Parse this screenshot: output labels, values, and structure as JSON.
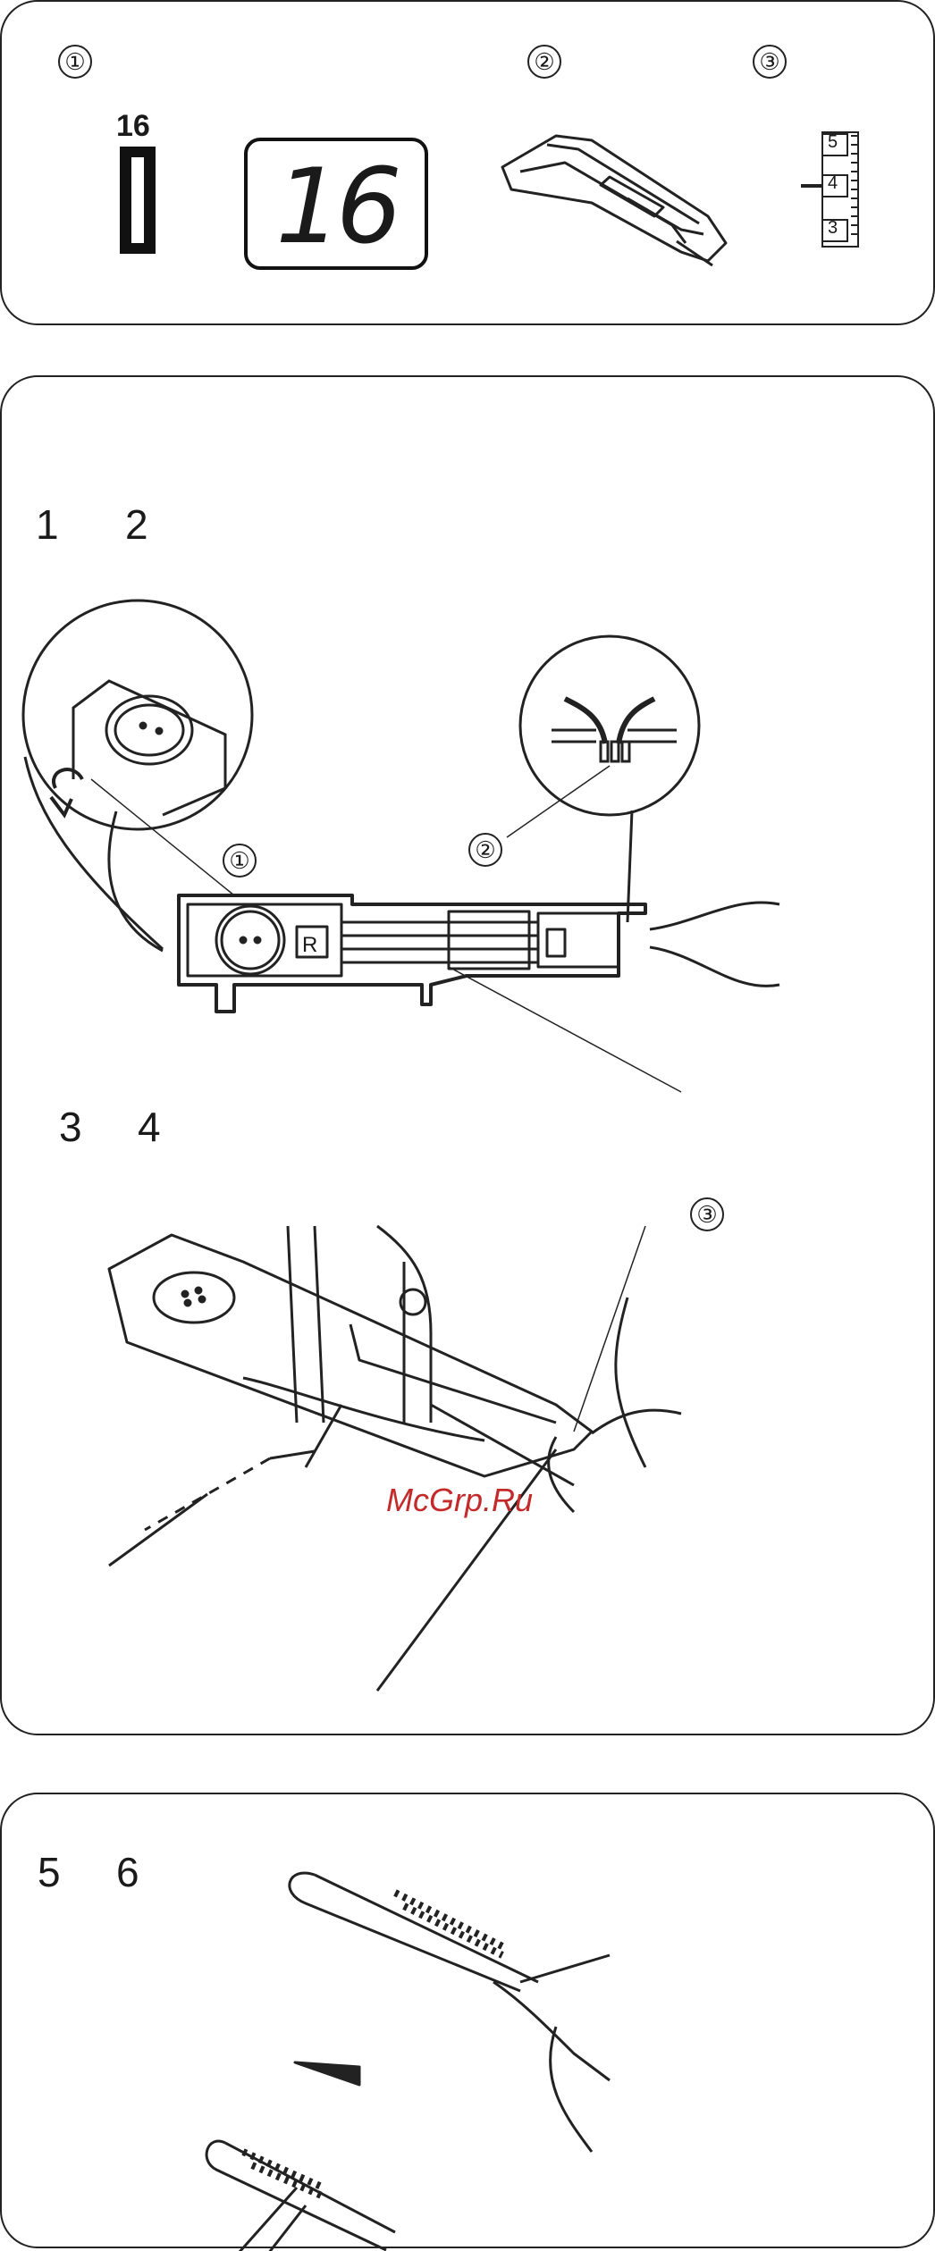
{
  "panel1": {
    "markers": [
      "①",
      "②",
      "③"
    ],
    "pattern_number": "16",
    "lcd_display": "16",
    "dial_numbers": [
      "5",
      "4",
      "3"
    ]
  },
  "panel2": {
    "step_a": "1",
    "step_b": "2",
    "step_c": "3",
    "step_d": "4",
    "callout_1": "①",
    "callout_2": "②",
    "callout_3": "③",
    "foot_letter": "R"
  },
  "panel3": {
    "step_a": "5",
    "step_b": "6"
  },
  "watermark": "McGrp.Ru"
}
